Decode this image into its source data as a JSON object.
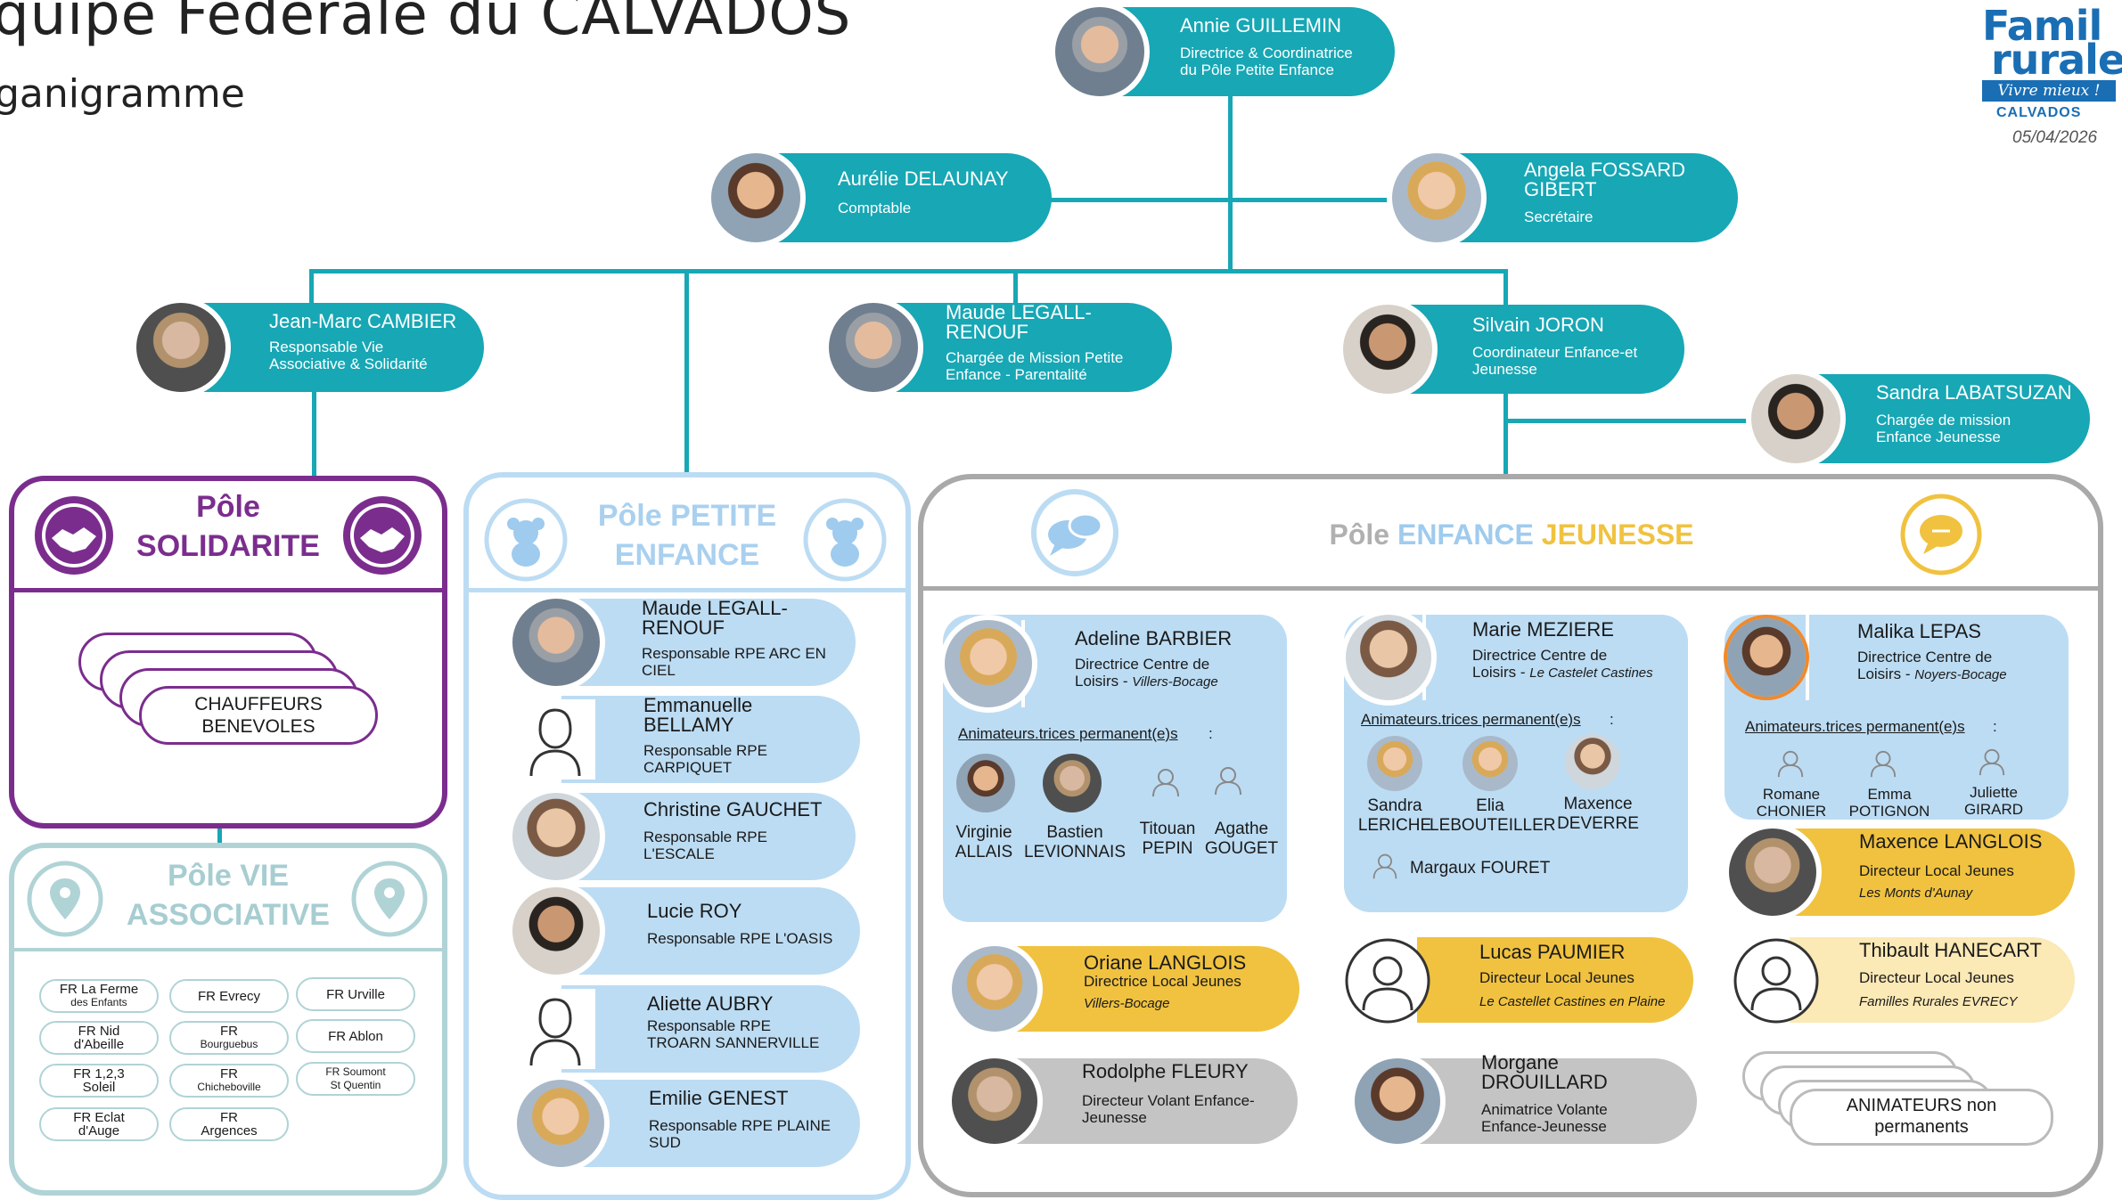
{
  "header": {
    "title": "quipe Fédérale du CALVADOS",
    "subtitle": "ganigramme",
    "date": "05/04/2026"
  },
  "logo": {
    "line1": "Famil",
    "line2": "rurales",
    "band": "Vivre mieux !",
    "region": "CALVADOS"
  },
  "colors": {
    "teal": "#17a7b5",
    "light_blue": "#bcdcf3",
    "yellow": "#f0c23f",
    "purple": "#7b2d8e",
    "grey": "#c4c4c4"
  },
  "top": {
    "annie": {
      "name": "Annie GUILLEMIN",
      "role1": "Directrice & Coordinatrice",
      "role2": "du Pôle Petite Enfance"
    },
    "aurelie": {
      "name": "Aurélie DELAUNAY",
      "role": "Comptable"
    },
    "angela": {
      "name1": "Angela FOSSARD",
      "name2": "GIBERT",
      "role": "Secrétaire"
    },
    "jeanmarc": {
      "name": "Jean-Marc CAMBIER",
      "role1": "Responsable Vie",
      "role2": "Associative & Solidarité"
    },
    "maude": {
      "name1": "Maude LEGALL-",
      "name2": "RENOUF",
      "role1": "Chargée de Mission Petite",
      "role2": "Enfance - Parentalité"
    },
    "silvain": {
      "name": "Silvain JORON",
      "role1": "Coordinateur Enfance-et",
      "role2": "Jeunesse"
    },
    "sandra": {
      "name": "Sandra LABATSUZAN",
      "role1": "Chargée de mission",
      "role2": "Enfance Jeunesse"
    }
  },
  "solidarite": {
    "title1": "Pôle",
    "title2": "SOLIDARITE",
    "box1": "CHAUFFEURS",
    "box2": "BENEVOLES",
    "icon": "handshake-icon"
  },
  "vie_assoc": {
    "title1": "Pôle VIE",
    "title2": "ASSOCIATIVE",
    "icon": "map-pin-icon",
    "fr": [
      {
        "l1": "FR La Ferme",
        "l2": "des Enfants"
      },
      {
        "l1": "FR Evrecy",
        "l2": ""
      },
      {
        "l1": "FR Urville",
        "l2": ""
      },
      {
        "l1": "FR Nid",
        "l2": "d'Abeille"
      },
      {
        "l1": "FR",
        "l2": "Bourguebus"
      },
      {
        "l1": "FR Ablon",
        "l2": ""
      },
      {
        "l1": "FR 1,2,3",
        "l2": "Soleil"
      },
      {
        "l1": "FR",
        "l2": "Chicheboville"
      },
      {
        "l1": "FR Soumont",
        "l2": "St Quentin"
      },
      {
        "l1": "FR Eclat",
        "l2": "d'Auge"
      },
      {
        "l1": "FR",
        "l2": "Argences"
      }
    ]
  },
  "petite_enfance": {
    "title1": "Pôle PETITE",
    "title2": "ENFANCE",
    "icon": "teddy-bear-icon",
    "people": [
      {
        "n1": "Maude LEGALL-",
        "n2": "RENOUF",
        "r1": "Responsable RPE ARC EN",
        "r2": "CIEL"
      },
      {
        "n1": "Emmanuelle",
        "n2": "BELLAMY",
        "r1": "Responsable RPE",
        "r2": "CARPIQUET"
      },
      {
        "n1": "Christine GAUCHET",
        "n2": "",
        "r1": "Responsable RPE",
        "r2": "L'ESCALE"
      },
      {
        "n1": "Lucie ROY",
        "n2": "",
        "r1": "Responsable RPE L'OASIS",
        "r2": ""
      },
      {
        "n1": "Aliette AUBRY",
        "n2": "",
        "r1": "Responsable RPE",
        "r2": "TROARN SANNERVILLE"
      },
      {
        "n1": "Emilie GENEST",
        "n2": "",
        "r1": "Responsable RPE PLAINE",
        "r2": "SUD"
      }
    ]
  },
  "enfance_jeunesse": {
    "title_a": "Pôle ",
    "title_b": "ENFANCE ",
    "title_c": "JEUNESSE",
    "icon_left": "speech-bubbles-icon",
    "icon_right": "chat-bubble-icon",
    "anim_label": "Animateurs.trices permanent(e)s",
    "centres": [
      {
        "name": "Adeline BARBIER",
        "role1": "Directrice Centre de",
        "role2": "Loisirs - ",
        "loc": "Villers-Bocage",
        "anims": [
          {
            "f": "Virginie",
            "l": "ALLAIS"
          },
          {
            "f": "Bastien",
            "l": "LEVIONNAIS"
          },
          {
            "f": "Titouan",
            "l": "PEPIN"
          },
          {
            "f": "Agathe",
            "l": "GOUGET"
          }
        ]
      },
      {
        "name": "Marie MEZIERE",
        "role1": "Directrice Centre de",
        "role2": "Loisirs - ",
        "loc": "Le Castelet Castines",
        "anims": [
          {
            "f": "Sandra",
            "l": "LERICHE"
          },
          {
            "f": "Elia",
            "l": "LEBOUTEILLER"
          },
          {
            "f": "Maxence",
            "l": "DEVERRE"
          }
        ],
        "extra": "Margaux FOURET"
      },
      {
        "name": "Malika LEPAS",
        "role1": "Directrice Centre de",
        "role2": "Loisirs - ",
        "loc": "Noyers-Bocage",
        "anims": [
          {
            "f": "Romane",
            "l": "CHONIER"
          },
          {
            "f": "Emma",
            "l": "POTIGNON"
          },
          {
            "f": "Juliette",
            "l": "GIRARD"
          }
        ]
      }
    ],
    "dlj": [
      {
        "name": "Oriane LANGLOIS",
        "role": "Directrice Local Jeunes",
        "loc": "Villers-Bocage"
      },
      {
        "name": "Lucas PAUMIER",
        "role": "Directeur Local Jeunes",
        "loc": "Le Castellet Castines en Plaine"
      },
      {
        "name": "Maxence LANGLOIS",
        "role": "Directeur Local Jeunes",
        "loc": "Les Monts d'Aunay"
      },
      {
        "name": "Thibault HANECART",
        "role": "Directeur Local Jeunes",
        "loc": "Familles Rurales EVRECY"
      }
    ],
    "volants": [
      {
        "n1": "Rodolphe FLEURY",
        "n2": "",
        "r1": "Directeur Volant Enfance-",
        "r2": "Jeunesse"
      },
      {
        "n1": "Morgane",
        "n2": "DROUILLARD",
        "r1": "Animatrice Volante",
        "r2": "Enfance-Jeunesse"
      }
    ],
    "non_perm1": "ANIMATEURS non",
    "non_perm2": "permanents"
  }
}
